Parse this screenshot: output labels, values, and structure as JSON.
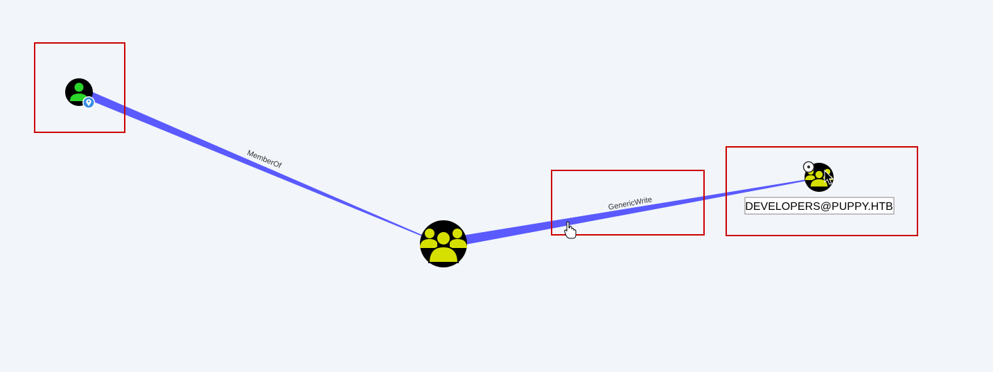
{
  "graph": {
    "nodes": [
      {
        "id": "user",
        "type": "user",
        "icon": "user-icon",
        "badge": "location-pin-icon",
        "label": ""
      },
      {
        "id": "group-center",
        "type": "group",
        "icon": "group-icon",
        "label": ""
      },
      {
        "id": "group-developers",
        "type": "group",
        "icon": "group-icon",
        "label": "DEVELOPERS@PUPPY.HTB"
      }
    ],
    "edges": [
      {
        "from": "user",
        "to": "group-center",
        "label": "MemberOf"
      },
      {
        "from": "group-center",
        "to": "group-developers",
        "label": "GenericWrite"
      }
    ]
  },
  "colors": {
    "background": "#f2f5fa",
    "edge": "#5a5aff",
    "node_fill": "#000000",
    "user_icon": "#2bd62b",
    "group_icon": "#d6e000",
    "badge": "#3b8fe0",
    "highlight_box": "#cc0000"
  }
}
